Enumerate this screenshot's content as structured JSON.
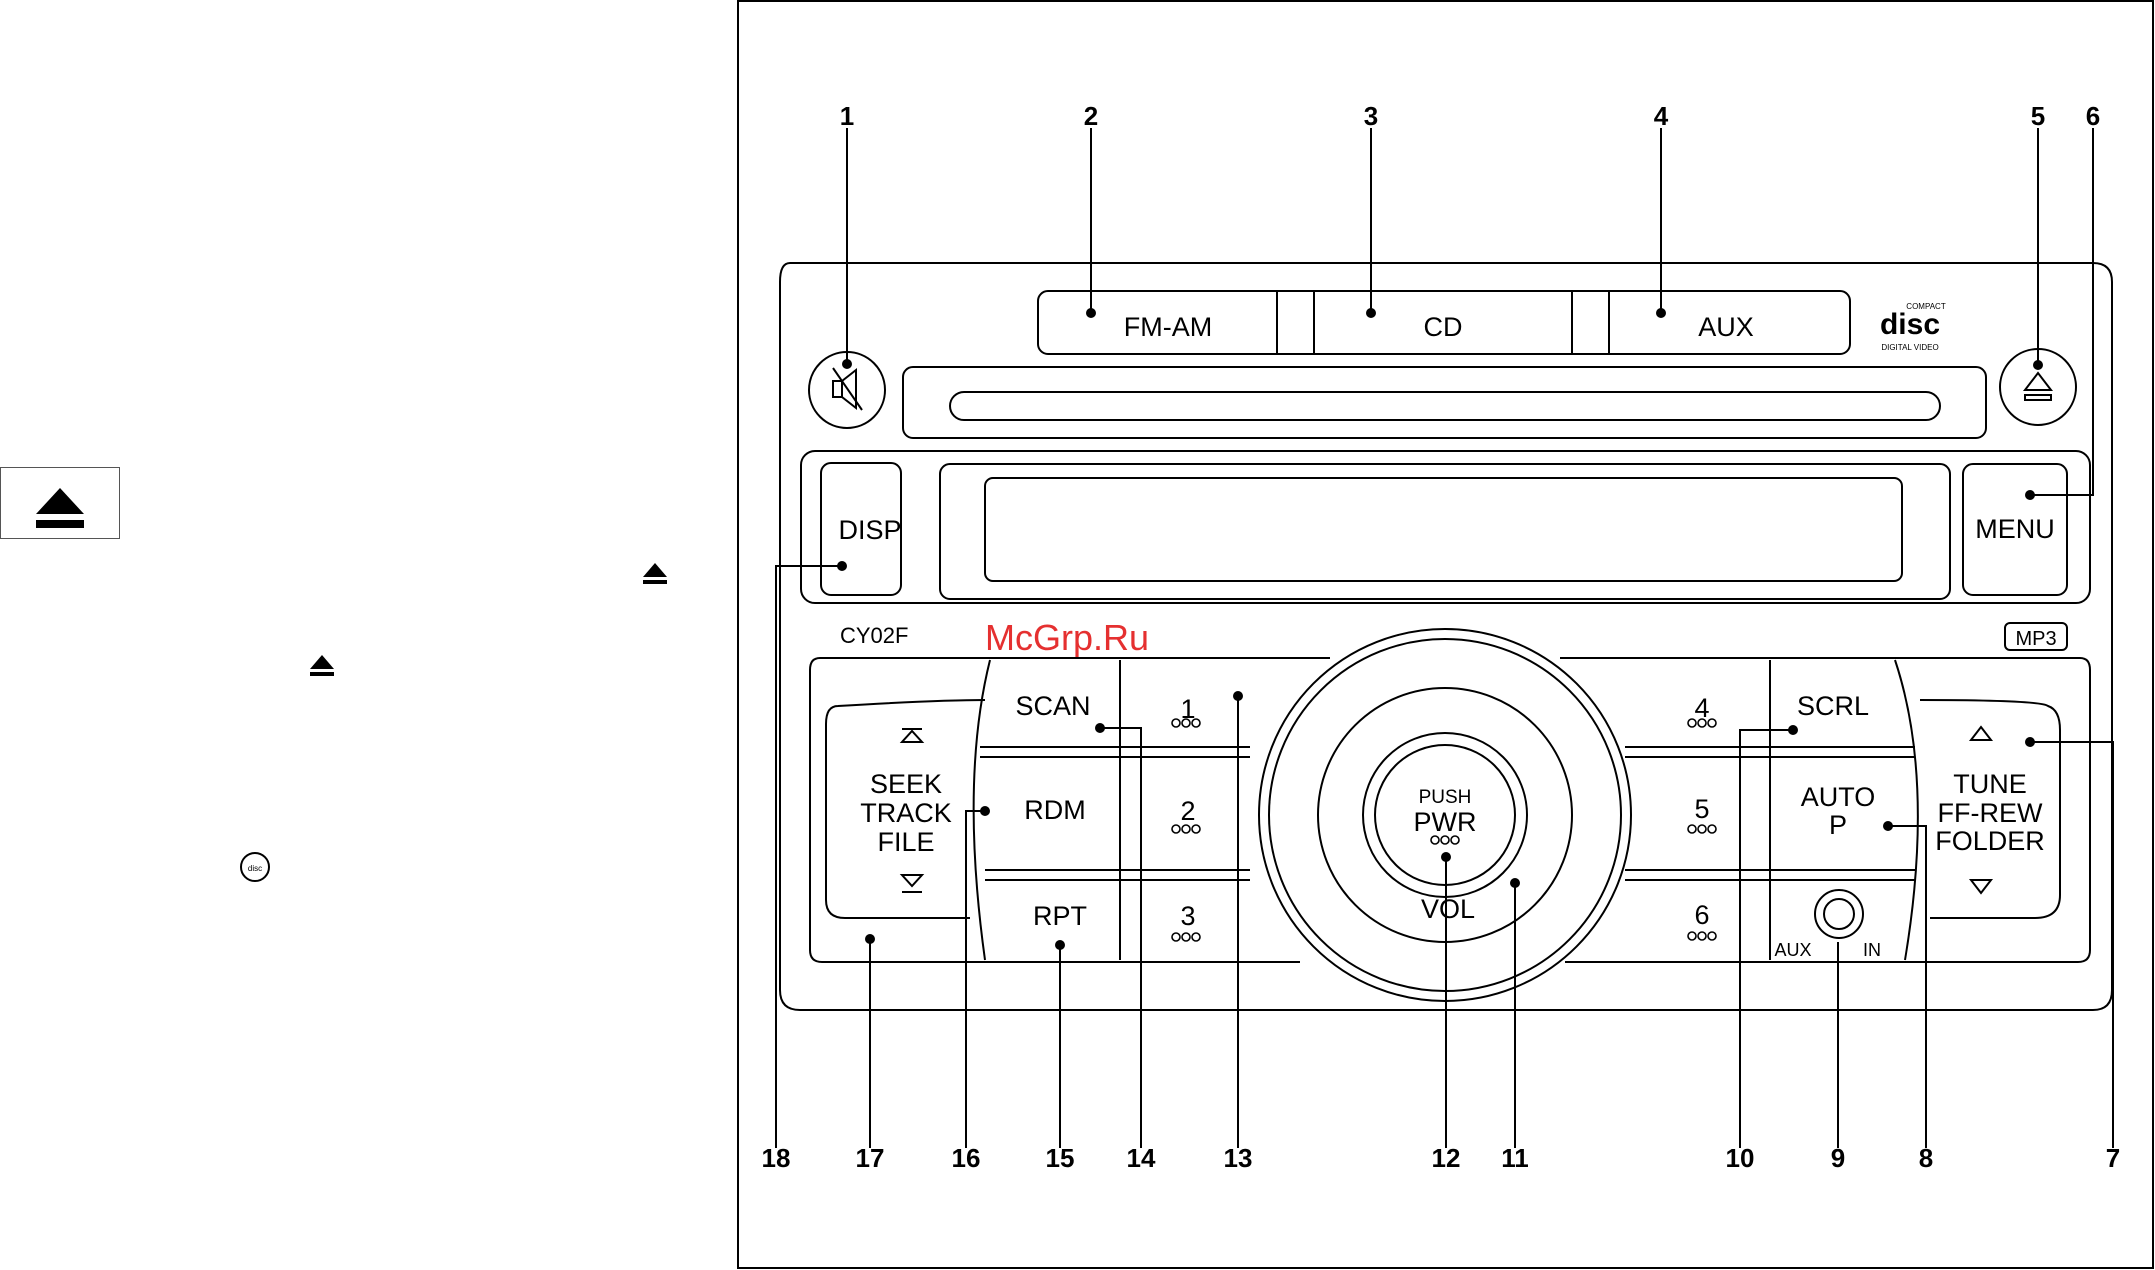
{
  "left_panel": {
    "icons": [
      "eject-icon",
      "eject-icon",
      "eject-icon",
      "cd-logo-icon"
    ]
  },
  "diagram": {
    "model": "CY02F",
    "watermark": "McGrp.Ru",
    "mp3_badge": "MP3",
    "disc_logo": {
      "top": "COMPACT",
      "main": "disc",
      "bottom": "DIGITAL VIDEO"
    },
    "buttons": {
      "fm_am": "FM-AM",
      "cd": "CD",
      "aux": "AUX",
      "disp": "DISP",
      "menu": "MENU",
      "scan": "SCAN",
      "rdm": "RDM",
      "rpt": "RPT",
      "scrl": "SCRL",
      "auto_p": [
        "AUTO",
        "P"
      ],
      "seek": [
        "SEEK",
        "TRACK",
        "FILE"
      ],
      "tune": [
        "TUNE",
        "FF-REW",
        "FOLDER"
      ],
      "presets": [
        "1",
        "2",
        "3",
        "4",
        "5",
        "6"
      ],
      "knob_push": "PUSH",
      "knob_pwr": "PWR",
      "knob_vol": "VOL",
      "aux_in_left": "AUX",
      "aux_in_right": "IN"
    },
    "callouts": [
      "1",
      "2",
      "3",
      "4",
      "5",
      "6",
      "7",
      "8",
      "9",
      "10",
      "11",
      "12",
      "13",
      "14",
      "15",
      "16",
      "17",
      "18"
    ]
  }
}
